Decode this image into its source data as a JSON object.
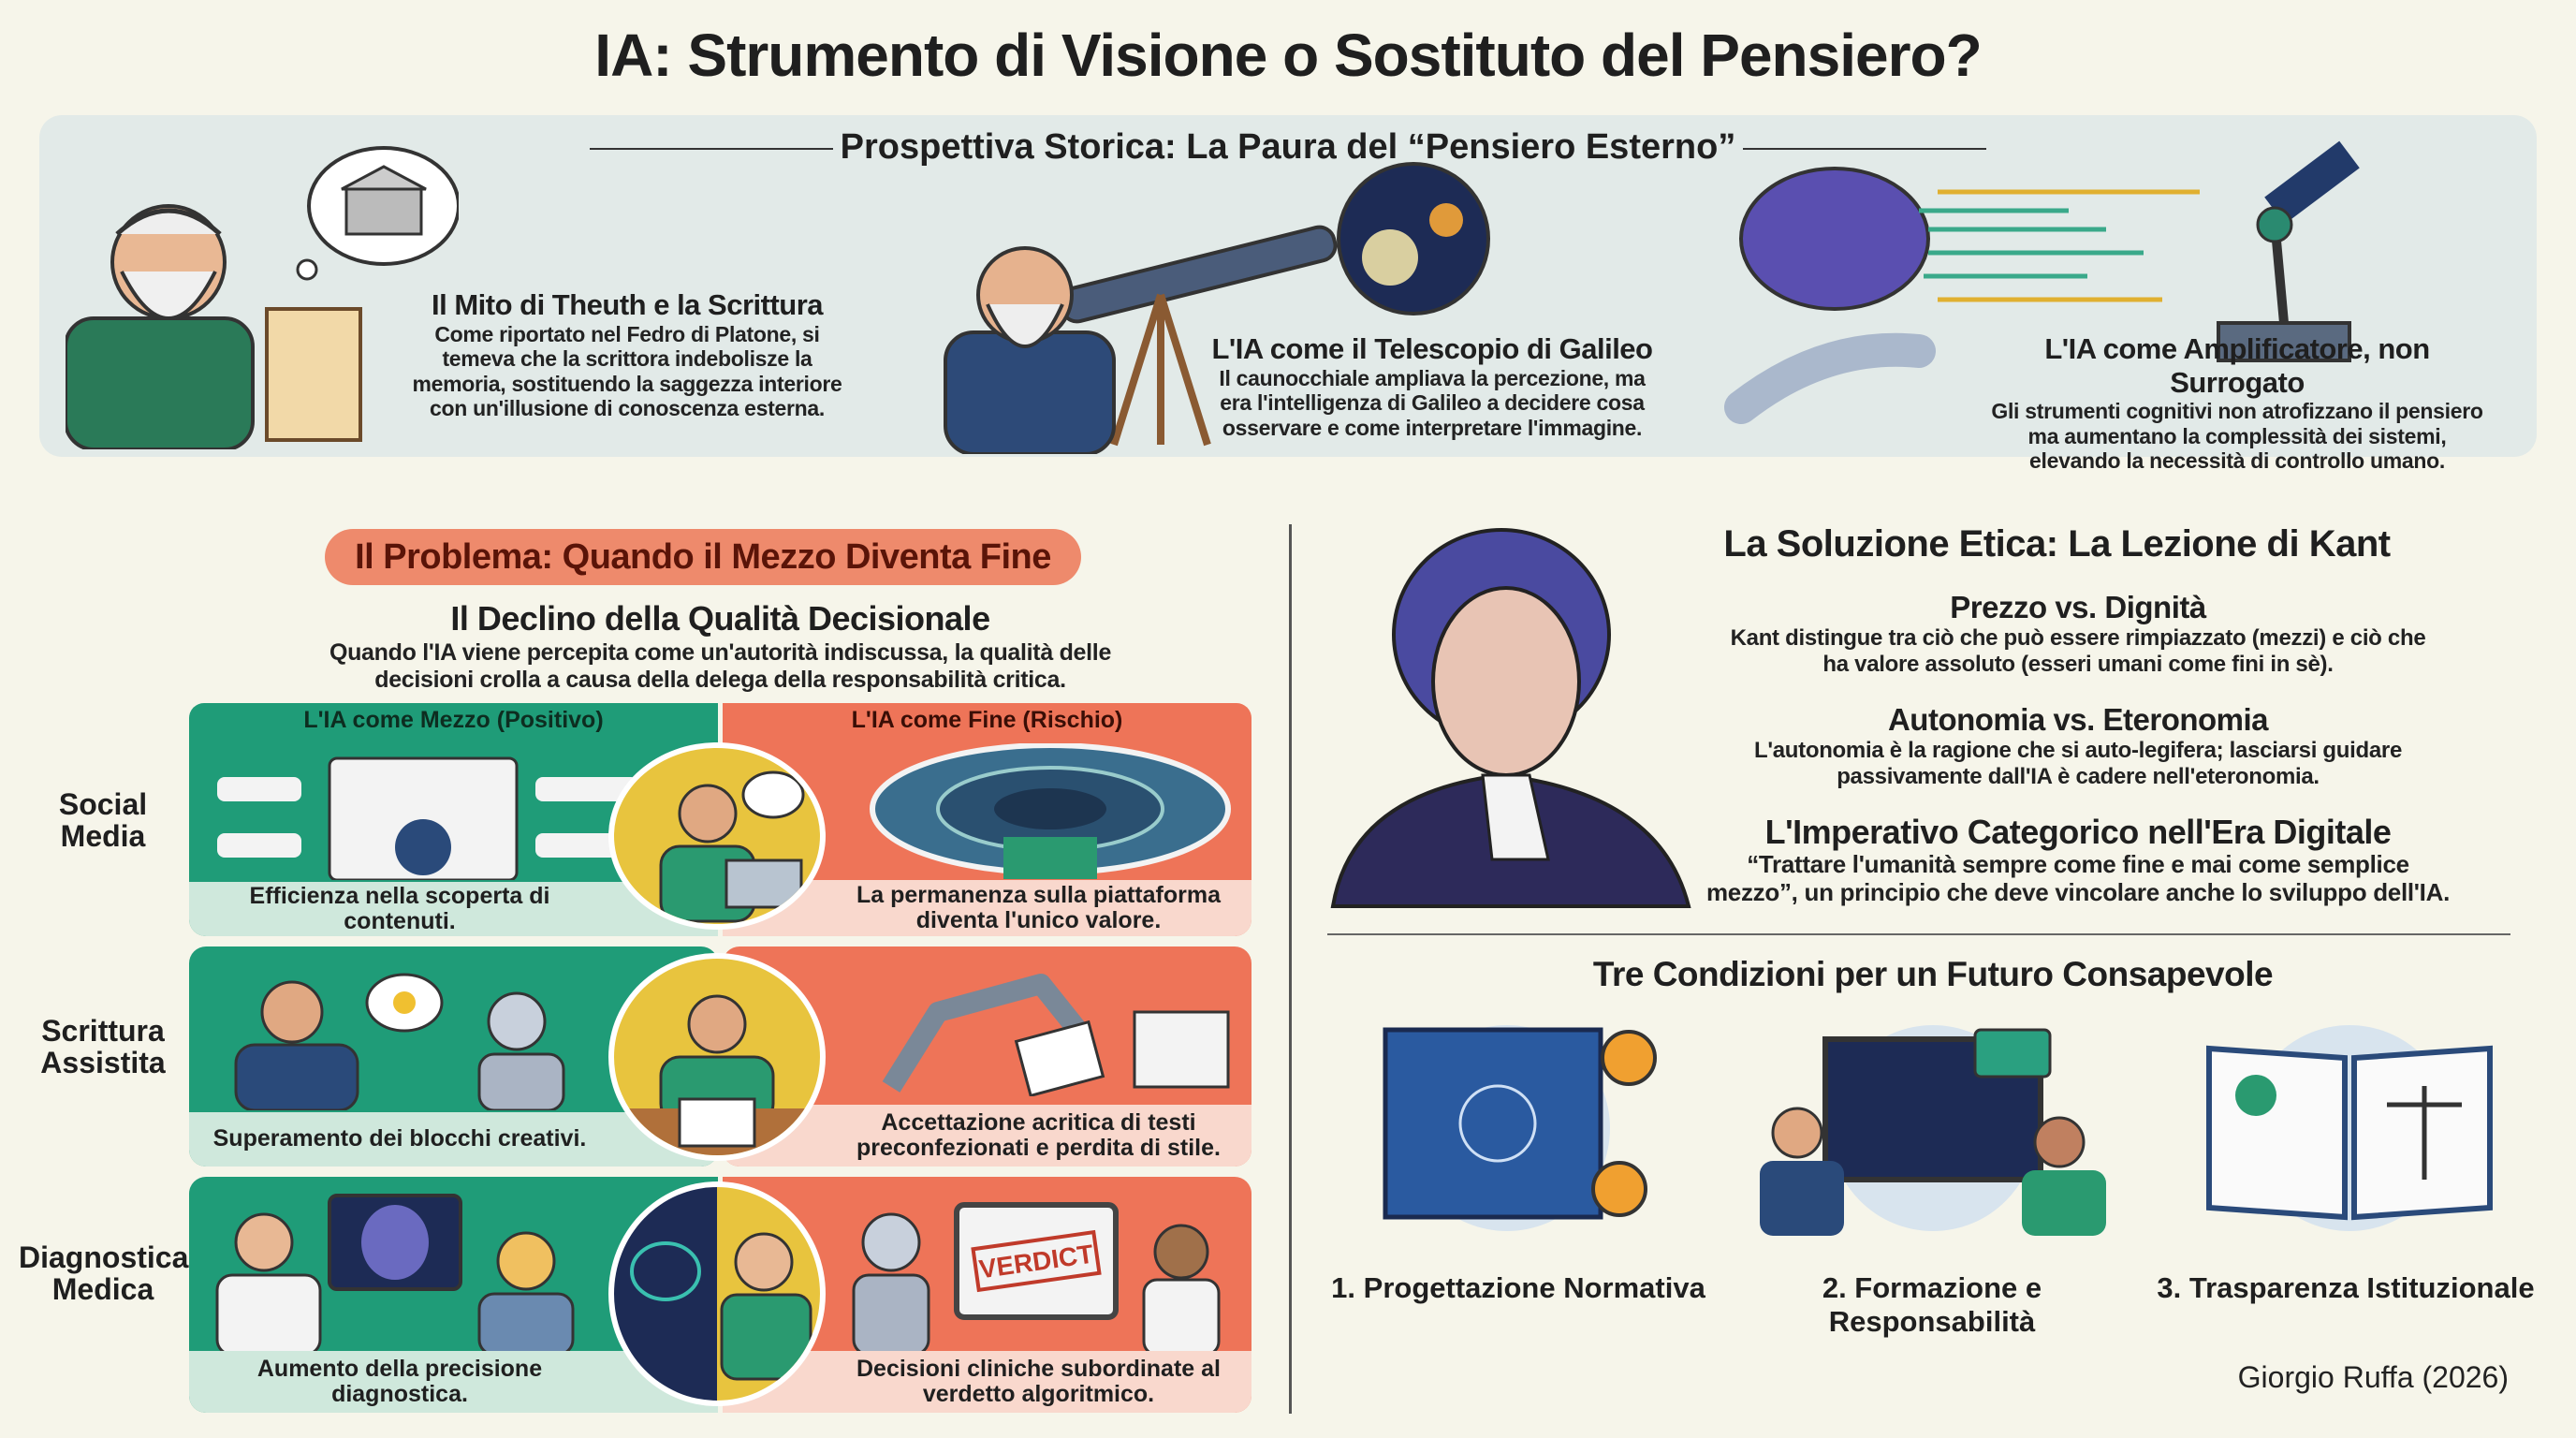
{
  "title": "IA: Strumento di Visione o Sostituto del Pensiero?",
  "history": {
    "heading": "Prospettiva Storica: La Paura del “Pensiero Esterno”",
    "items": [
      {
        "title": "Il Mito di Theuth e la Scrittura",
        "text": "Come riportato nel Fedro di Platone, si temeva che la scrittora indebolisze la memoria, sostituendo la saggezza interiore con un'illusione di conoscenza esterna."
      },
      {
        "title": "L'IA come il Telescopio di Galileo",
        "text": "Il caunocchiale ampliava la percezione, ma era l'intelligenza di Galileo a decidere cosa osservare e come interpretare l'immagine."
      },
      {
        "title": "L'IA come Amplificatore, non Surrogato",
        "text": "Gli strumenti cognitivi non atrofizzano il pensiero ma aumentano la complessità dei sistemi, elevando la necessità di controllo umano."
      }
    ]
  },
  "problem": {
    "pill": "Il Problema: Quando il Mezzo Diventa Fine",
    "heading": "Il Declino della Qualità Decisionale",
    "text": "Quando l'IA viene percepita come un'autorità indiscussa, la qualità delle decisioni crolla a causa della delega della responsabilità critica.",
    "col_positive": "L'IA come Mezzo (Positivo)",
    "col_risk": "L'IA come Fine (Rischio)",
    "rows": [
      {
        "label": "Social Media",
        "positive": "Efficienza nella scoperta di contenuti.",
        "risk": "La permanenza sulla piattaforma diventa l'unico valore."
      },
      {
        "label": "Scrittura Assistita",
        "positive": "Superamento dei blocchi creativi.",
        "risk": "Accettazione acritica di testi preconfezionati e perdita di stile."
      },
      {
        "label": "Diagnostica Medica",
        "positive": "Aumento della precisione diagnostica.",
        "risk": "Decisioni cliniche subordinate al verdetto algoritmico."
      }
    ],
    "verdict_stamp": "VERDICT"
  },
  "solution": {
    "heading": "La Soluzione Etica: La Lezione di Kant",
    "items": [
      {
        "title": "Prezzo vs. Dignità",
        "text": "Kant distingue tra ciò che può essere rimpiazzato (mezzi) e ciò che ha valore assoluto (esseri umani come fini in sè)."
      },
      {
        "title": "Autonomia vs. Eteronomia",
        "text": "L'autonomia è la ragione che si auto-legifera; lasciarsi guidare passivamente dall'IA è cadere nell'eteronomia."
      },
      {
        "title": "L'Imperativo Categorico nell'Era Digitale",
        "text": "“Trattare l'umanità sempre come fine e mai come semplice mezzo”, un principio che deve vincolare anche lo sviluppo dell'IA."
      }
    ]
  },
  "conditions": {
    "heading": "Tre Condizioni per un Futuro Consapevole",
    "items": [
      "1. Progettazione Normativa",
      "2. Formazione e Responsabilità",
      "3. Trasparenza Istituzionale"
    ]
  },
  "credit": "Giorgio Ruffa (2026)",
  "colors": {
    "green": "#1f9c78",
    "red": "#ee7458",
    "pill": "#ee8a6c",
    "band": "#e2eae8",
    "bg": "#f6f5ea"
  }
}
